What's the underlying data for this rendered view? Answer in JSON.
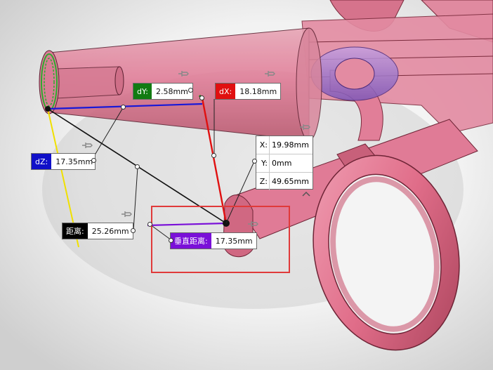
{
  "measure": {
    "dy": {
      "label": "dY:",
      "value": "2.58mm",
      "color": "#127b12"
    },
    "dx": {
      "label": "dX:",
      "value": "18.18mm",
      "color": "#e01010"
    },
    "dz": {
      "label": "dZ:",
      "value": "17.35mm",
      "color": "#1010c8"
    },
    "distance": {
      "label": "距离:",
      "value": "25.26mm",
      "color": "#000000"
    },
    "normal_distance": {
      "label": "垂直距离:",
      "value": "17.35mm",
      "color": "#7a10d8"
    },
    "point": {
      "x_label": "X:",
      "x_value": "19.98mm",
      "y_label": "Y:",
      "y_value": "0mm",
      "z_label": "Z:",
      "z_value": "49.65mm"
    }
  },
  "colors": {
    "part": "#e58aa2",
    "part_dark": "#b9566e",
    "highlight_box": "#e03a3a"
  },
  "icons": [
    "pin-icon",
    "collapse-arrow-icon"
  ]
}
